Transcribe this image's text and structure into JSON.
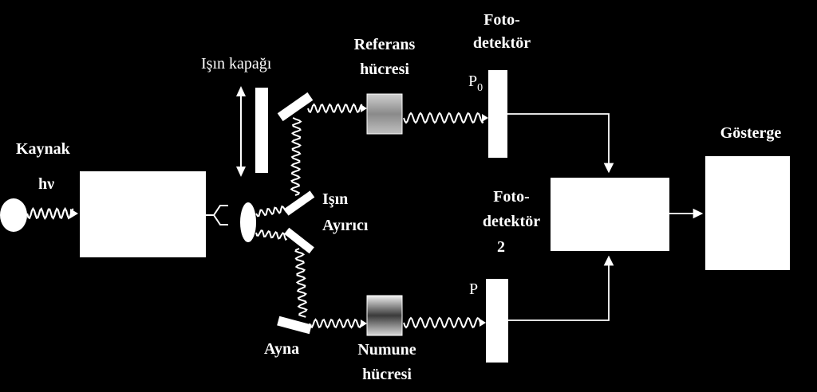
{
  "labels": {
    "source": "Kaynak",
    "photon": "hν",
    "chopper": "Işın kapağı",
    "reference_cell_line1": "Referans",
    "reference_cell_line2": "hücresi",
    "detector1_line1": "Foto-",
    "detector1_line2": "detektör",
    "p0_main": "P",
    "p0_sub": "0",
    "beam_splitter_line1": "Işın",
    "beam_splitter_line2": "Ayırıcı",
    "detector2_line1": "Foto-",
    "detector2_line2": "detektör",
    "detector2_line3": "2",
    "p_label": "P",
    "mirror": "Ayna",
    "sample_cell_line1": "Numune",
    "sample_cell_line2": "hücresi",
    "display": "Gösterge"
  },
  "colors": {
    "background": "#000000",
    "foreground": "#ffffff",
    "reference_cell_fill": "#9a9a9a",
    "sample_cell_fill": "#b0b0b0"
  }
}
